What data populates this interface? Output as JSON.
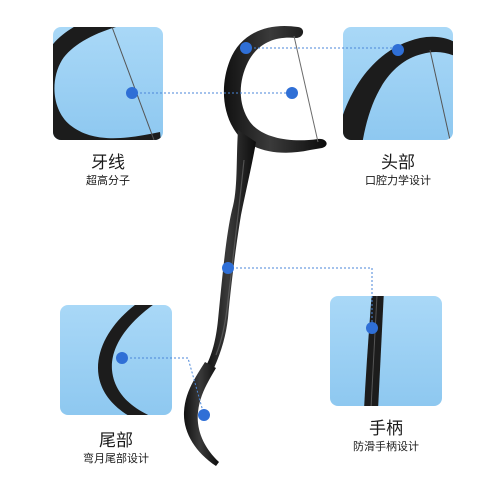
{
  "callouts": [
    {
      "id": "floss",
      "title": "牙线",
      "subtitle": "超高分子"
    },
    {
      "id": "head",
      "title": "头部",
      "subtitle": "口腔力学设计"
    },
    {
      "id": "tail",
      "title": "尾部",
      "subtitle": "弯月尾部设计"
    },
    {
      "id": "handle",
      "title": "手柄",
      "subtitle": "防滑手柄设计"
    }
  ],
  "colors": {
    "panel": "#9fd2f4",
    "dot": "#2f6fd6",
    "leader": "#4a86d8",
    "pick": "#1f1f1f"
  }
}
